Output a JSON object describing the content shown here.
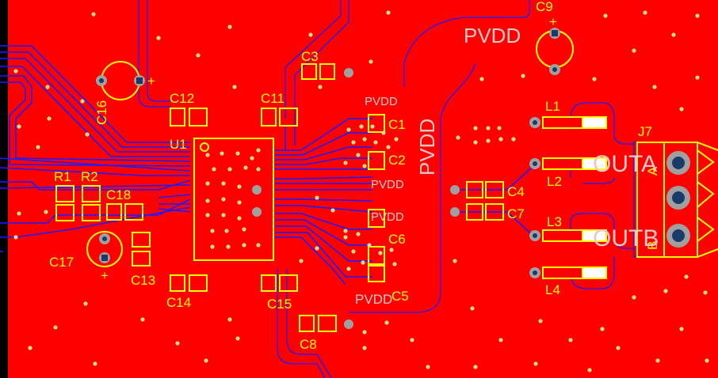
{
  "colors": {
    "copper": "#ff0000",
    "trace": "#1c1cff",
    "silkscreen": "#ffff00",
    "net_label": "#e8c8c8",
    "via": "#d9d98c",
    "background": "#000000"
  },
  "designators": {
    "C9": "C9",
    "C16": "C16",
    "C12": "C12",
    "C11": "C11",
    "C3": "C3",
    "U1": "U1",
    "R1": "R1",
    "R2": "R2",
    "C18": "C18",
    "C17": "C17",
    "C13": "C13",
    "C14": "C14",
    "C15": "C15",
    "C8": "C8",
    "C1": "C1",
    "C2": "C2",
    "C6": "C6",
    "C5": "C5",
    "C4": "C4",
    "C7": "C7",
    "L1": "L1",
    "L2": "L2",
    "L3": "L3",
    "L4": "L4",
    "J7": "J7"
  },
  "net_labels": {
    "pvdd_top": "PVDD",
    "pvdd_vertical": "PVDD",
    "pvdd_c1": "PVDD",
    "pvdd_c2": "PVDD",
    "pvdd_c6": "PVDD",
    "pvdd_c5": "PVDD",
    "outa": "OUTA",
    "outb": "OUTB"
  },
  "connector_pins": {
    "j7_a": "A",
    "j7_b": "B"
  },
  "polarity_marks": {
    "c9": "+",
    "c16": "+",
    "c17": "+"
  }
}
